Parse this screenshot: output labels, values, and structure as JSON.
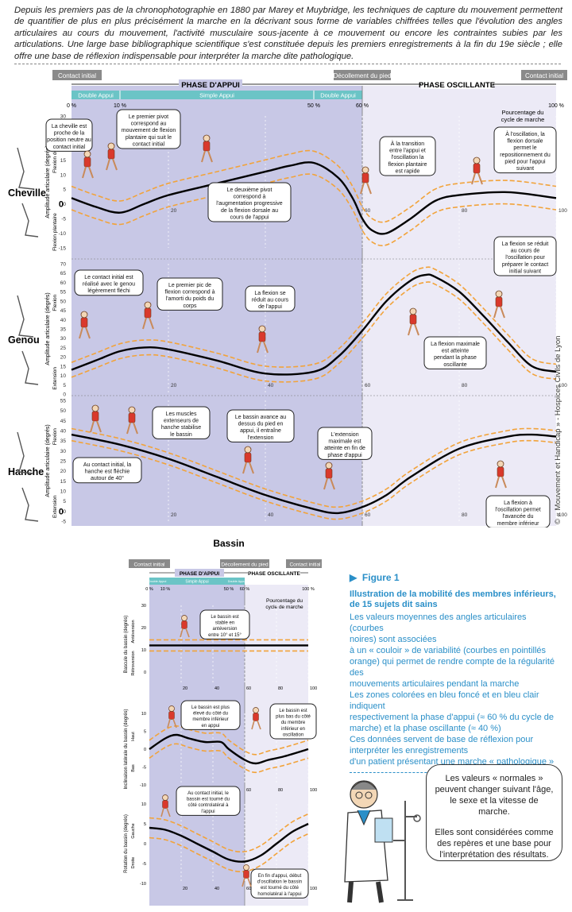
{
  "intro_text": "Depuis les premiers pas de la chronophotographie en 1880 par Marey et Muybridge, les techniques de capture du mouvement permettent de quantifier de plus en plus précisément la marche en la décrivant sous forme de variables chiffrées telles que l'évolution des angles articulaires au cours du mouvement, l'activité musculaire sous-jacente à ce mouvement ou encore les contraintes subies par les articulations. Une large base bibliographique scientifique s'est constituée depuis les premiers enregistrements à la fin du 19e siècle ; elle offre une base de réflexion indispensable pour interpréter la marche dite pathologique.",
  "credit": "© « Mouvement et Handicap » - Hospices Civils de Lyon",
  "colors": {
    "stance": "#c8c8e6",
    "swing": "#eceaf6",
    "header": "#6bc4c6",
    "label_box": "#8a8a8a",
    "mean": "#000000",
    "corridor": "#f2a33a",
    "figure_blue": "#2a8fc8"
  },
  "main_chart": {
    "labels": {
      "contact_initial_left": "Contact initial",
      "decollement": "Décollement du pied",
      "contact_initial_right": "Contact initial",
      "phase_appui": "PHASE D'APPUI",
      "phase_oscillante": "PHASE OSCILLANTE",
      "double_appui_1": "Double Appui",
      "simple_appui": "Simple Appui",
      "double_appui_2": "Double Appui",
      "pct_0": "0 %",
      "pct_10": "10 %",
      "pct_50": "50 %",
      "pct_60": "60 %",
      "pct_100": "100 %",
      "cycle_label_1": "Pourcentage du",
      "cycle_label_2": "cycle de marche"
    },
    "panels": [
      {
        "name": "Cheville",
        "ylabel": "Amplitude articulaire (degrés)",
        "dir_top": "Flexion dorsale",
        "dir_bottom": "Flexion plantaire",
        "y_ticks": [
          "30",
          "25",
          "20",
          "15",
          "10",
          "5",
          "0",
          "-5",
          "-10",
          "-15"
        ],
        "x_ticks": [
          "20",
          "40",
          "60",
          "80",
          "100"
        ],
        "annotations": [
          [
            "La cheville est",
            "proche de la",
            "position neutre au",
            "contact initial"
          ],
          [
            "Le premier pivot",
            "correspond au",
            "mouvement de flexion",
            "plantaire qui suit le",
            "contact initial"
          ],
          [
            "Le deuxième pivot",
            "correspond à",
            "l'augmentation progressive",
            "de la flexion dorsale au",
            "cours de l'appui"
          ],
          [
            "À la transition",
            "entre l'appui et",
            "l'oscillation la",
            "flexion plantaire",
            "est rapide"
          ],
          [
            "À l'oscillation, la",
            "flexion dorsale",
            "permet le",
            "repositionnement du",
            "pied pour l'appui",
            "suivant"
          ]
        ]
      },
      {
        "name": "Genou",
        "ylabel": "Amplitude articulaire (degrés)",
        "dir_top": "Flexion",
        "dir_bottom": "Extension",
        "y_ticks": [
          "70",
          "65",
          "60",
          "55",
          "50",
          "45",
          "40",
          "35",
          "30",
          "25",
          "20",
          "15",
          "10",
          "5",
          "0"
        ],
        "x_ticks": [
          "20",
          "40",
          "60",
          "80",
          "100"
        ],
        "annotations": [
          [
            "Le contact initial est",
            "réalisé avec le genou",
            "légèrement fléchi"
          ],
          [
            "Le premier pic de",
            "flexion correspond  à",
            "l'amorti du poids du",
            "corps"
          ],
          [
            "La flexion se",
            "réduit au cours",
            "de l'appui"
          ],
          [
            "La flexion se réduit",
            "au cours de",
            "l'oscillation pour",
            "préparer le contact",
            "initial suivant"
          ],
          [
            "La flexion maximale",
            "est atteinte",
            "pendant la phase",
            "oscillante"
          ]
        ]
      },
      {
        "name": "Hanche",
        "ylabel": "Amplitude articulaire (degrés)",
        "dir_top": "Flexion",
        "dir_bottom": "Extension",
        "y_ticks": [
          "55",
          "50",
          "45",
          "40",
          "35",
          "30",
          "25",
          "20",
          "15",
          "10",
          "5",
          "0",
          "-5"
        ],
        "x_ticks": [
          "20",
          "40",
          "60",
          "80",
          "100"
        ],
        "annotations": [
          [
            "Les muscles",
            "extenseurs de",
            "hanche stabilise",
            "le bassin"
          ],
          [
            "Le bassin avance au",
            "dessus du pied en",
            "appui, il entraîne",
            "l'extension"
          ],
          [
            "L'extension",
            "maximale est",
            "atteinte en fin de",
            "phase d'appui"
          ],
          [
            "Au contact initial,  la",
            "hanche est fléchie",
            "autour de 40°"
          ],
          [
            "La flexion à",
            "l'oscillation permet",
            "l'avancée du",
            "membre inférieur"
          ]
        ]
      }
    ]
  },
  "pelvis_chart": {
    "title": "Bassin",
    "labels": {
      "contact_initial_left": "Contact initial",
      "decollement": "Décollement du pied",
      "contact_initial_right": "Contact initial",
      "phase_appui": "PHASE D'APPUI",
      "phase_oscillante": "PHASE OSCILLANTE",
      "double_appui_1": "Double Appui",
      "simple_appui": "Simple Appui",
      "double_appui_2": "Double Appui",
      "pct_0": "0 %",
      "pct_10": "10 %",
      "pct_50": "50 %",
      "pct_60": "60 %",
      "pct_100": "100 %",
      "cycle_label_1": "Pourcentage du",
      "cycle_label_2": "cycle de marche"
    },
    "panels": [
      {
        "ylabel": "Bascule du bassin (degrés)",
        "dir_top": "Antéversion",
        "dir_bottom": "Rétroversion",
        "y_ticks": [
          "30",
          "20",
          "10",
          "0"
        ],
        "x_ticks": [
          "20",
          "40",
          "60",
          "80",
          "100"
        ],
        "annotations": [
          [
            "Le bassin est",
            "stable en",
            "antéversion",
            "entre 10° et 15°"
          ]
        ]
      },
      {
        "ylabel": "Inclinaison latérale du bassin (degrés)",
        "dir_top": "Haut",
        "dir_bottom": "Bas",
        "y_ticks": [
          "10",
          "5",
          "0",
          "-5",
          "-10"
        ],
        "x_ticks": [
          "20",
          "40",
          "60",
          "80",
          "100"
        ],
        "annotations": [
          [
            "Le bassin est plus",
            "élevé du côté du",
            "membre inférieur",
            "en appui"
          ],
          [
            "Le bassin est",
            "plus bas du côté",
            "du membre",
            "inférieur en",
            "oscillation"
          ]
        ]
      },
      {
        "ylabel": "Rotation du bassin (degrés)",
        "dir_top": "Gauche",
        "dir_bottom": "Droite",
        "y_ticks": [
          "10",
          "5",
          "0",
          "-5",
          "-10"
        ],
        "x_ticks": [
          "20",
          "40",
          "60",
          "80",
          "100"
        ],
        "annotations": [
          [
            "Au contact initial, le",
            "bassin est tourné du",
            "côté controlatéral à",
            "l'appui"
          ],
          [
            "En fin d'appui, début",
            "d'oscillation le bassin",
            "est tourné du côté",
            "homolatéral à l'appui"
          ]
        ]
      }
    ]
  },
  "figure": {
    "number": "Figure 1",
    "title_lines": [
      "Illustration de la mobilité des membres inférieurs,",
      "de 15 sujets dit sains"
    ],
    "body_lines": [
      "Les valeurs moyennes des angles articulaires (courbes",
      "noires) sont associées",
      "à un « couloir » de variabilité (courbes en pointillés",
      "orange) qui permet de rendre compte de la régularité des",
      "mouvements articulaires pendant la marche",
      "Les zones colorées en bleu foncé et en bleu clair indiquent",
      "respectivement la phase d'appui (≈ 60 % du cycle de",
      "marche) et la phase oscillante (≈ 40 %)",
      "Ces données servent de base de réflexion pour",
      "interpréter les enregistrements",
      "d'un patient présentant une marche « pathologique »"
    ]
  },
  "bubble": {
    "lines_1": [
      "Les valeurs « normales »",
      "peuvent changer suivant l'âge,",
      "le sexe et la vitesse de marche."
    ],
    "lines_2": [
      "Elles sont considérées comme",
      "des repères et une base pour",
      "l'interprétation des résultats."
    ]
  },
  "chart_data": [
    {
      "type": "line",
      "title": "Cheville",
      "xlabel": "Pourcentage du cycle de marche",
      "ylabel": "Amplitude articulaire (degrés)",
      "xlim": [
        0,
        100
      ],
      "ylim": [
        -15,
        30
      ],
      "x": [
        0,
        5,
        10,
        15,
        20,
        30,
        40,
        45,
        50,
        55,
        58,
        60,
        62,
        65,
        70,
        75,
        80,
        90,
        100
      ],
      "series": [
        {
          "values": [
            2,
            -1,
            -3,
            0,
            3,
            7,
            11,
            13,
            14,
            9,
            2,
            -5,
            -9,
            -10,
            -5,
            1,
            3,
            4,
            2
          ]
        }
      ],
      "corridor_width": 4
    },
    {
      "type": "line",
      "title": "Genou",
      "xlabel": "Pourcentage du cycle de marche",
      "ylabel": "Amplitude articulaire (degrés)",
      "xlim": [
        0,
        100
      ],
      "ylim": [
        0,
        70
      ],
      "x": [
        0,
        5,
        10,
        15,
        20,
        30,
        40,
        50,
        55,
        60,
        65,
        70,
        73,
        75,
        80,
        85,
        90,
        95,
        100
      ],
      "series": [
        {
          "values": [
            13,
            18,
            23,
            25,
            24,
            18,
            11,
            12,
            20,
            34,
            50,
            61,
            64,
            63,
            55,
            42,
            28,
            15,
            12
          ]
        }
      ],
      "corridor_width": 4
    },
    {
      "type": "line",
      "title": "Hanche",
      "xlabel": "Pourcentage du cycle de marche",
      "ylabel": "Amplitude articulaire (degrés)",
      "xlim": [
        0,
        100
      ],
      "ylim": [
        -5,
        55
      ],
      "x": [
        0,
        10,
        20,
        30,
        40,
        50,
        55,
        60,
        65,
        70,
        80,
        90,
        95,
        100
      ],
      "series": [
        {
          "values": [
            38,
            33,
            26,
            17,
            8,
            1,
            -1,
            2,
            8,
            17,
            31,
            37,
            38,
            37
          ]
        }
      ],
      "corridor_width": 3
    },
    {
      "type": "line",
      "title": "Bascule du bassin",
      "ylabel": "Bascule du bassin (degrés)",
      "xlim": [
        0,
        100
      ],
      "ylim": [
        -5,
        30
      ],
      "x": [
        0,
        20,
        40,
        60,
        80,
        100
      ],
      "series": [
        {
          "values": [
            12,
            12,
            12,
            12,
            12,
            12
          ]
        }
      ],
      "corridor_width": 2.5
    },
    {
      "type": "line",
      "title": "Inclinaison latérale du bassin",
      "ylabel": "Inclinaison latérale du bassin (degrés)",
      "xlim": [
        0,
        100
      ],
      "ylim": [
        -10,
        10
      ],
      "x": [
        0,
        10,
        17,
        25,
        35,
        45,
        50,
        60,
        67,
        75,
        85,
        100
      ],
      "series": [
        {
          "values": [
            0,
            3,
            4,
            3,
            2,
            2,
            0,
            -3,
            -4,
            -3,
            -2,
            0
          ]
        }
      ],
      "corridor_width": 2.5
    },
    {
      "type": "line",
      "title": "Rotation du bassin",
      "ylabel": "Rotation du bassin (degrés)",
      "xlim": [
        0,
        100
      ],
      "ylim": [
        -10,
        10
      ],
      "x": [
        0,
        10,
        20,
        30,
        40,
        50,
        60,
        70,
        80,
        90,
        100
      ],
      "series": [
        {
          "values": [
            4,
            3.5,
            2,
            0,
            -2,
            -4,
            -4.5,
            -3,
            0,
            3,
            5
          ]
        }
      ],
      "corridor_width": 2.5
    }
  ]
}
